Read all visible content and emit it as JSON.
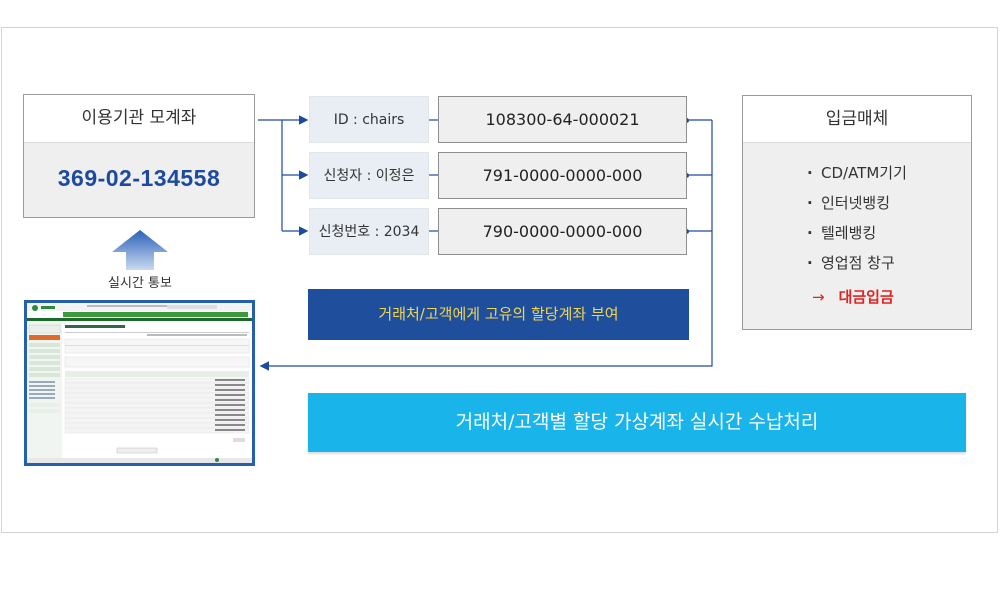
{
  "institution": {
    "title": "이용기관 모계좌",
    "account": "369-02-134558"
  },
  "notify_label": "실시간 통보",
  "virtual_accounts": [
    {
      "label": "ID : chairs",
      "account": "108300-64-000021"
    },
    {
      "label": "신청자 : 이정은",
      "account": "791-0000-0000-000"
    },
    {
      "label": "신청번호 : 2034",
      "account": "790-0000-0000-000"
    }
  ],
  "deposit": {
    "title": "입금매체",
    "items": [
      "CD/ATM기기",
      "인터넷뱅킹",
      "텔레뱅킹",
      "영업점 창구"
    ],
    "highlight_arrow": "→",
    "highlight": "대금입금"
  },
  "banner_assign": "거래처/고객에게 고유의 할당계좌 부여",
  "banner_process": "거래처/고객별 할당 가상계좌 실시간 수납처리",
  "colors": {
    "navy": "#1d4aa0",
    "banner_navy": "#1f4e9c",
    "banner_yellow_text": "#f3d64f",
    "cyan": "#19b4ea",
    "red": "#e02424"
  }
}
